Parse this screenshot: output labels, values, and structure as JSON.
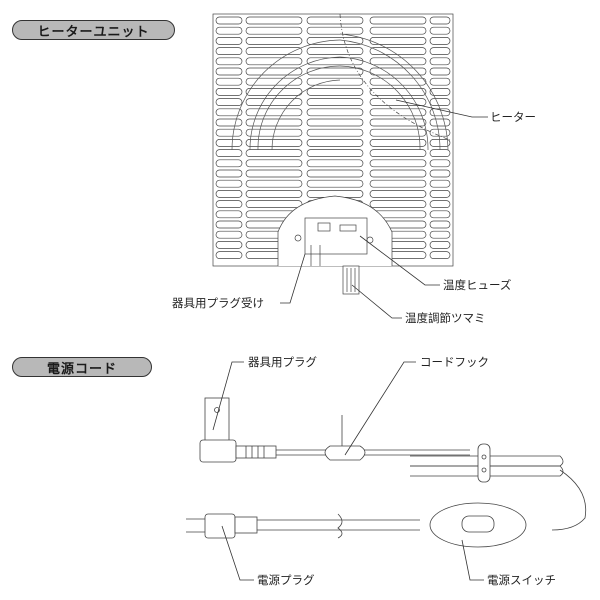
{
  "sections": {
    "heater_unit": {
      "title": "ヒーターユニット",
      "labels": {
        "heater": "ヒーター",
        "thermal_fuse": "温度ヒューズ",
        "appliance_socket": "器具用プラグ受け",
        "temp_knob": "温度調節ツマミ"
      }
    },
    "power_cord": {
      "title": "電源コード",
      "labels": {
        "appliance_plug": "器具用プラグ",
        "cord_hook": "コードフック",
        "power_plug": "電源プラグ",
        "power_switch": "電源スイッチ"
      }
    }
  },
  "colors": {
    "pill_fill": "#b8b8b8",
    "line": "#333333"
  }
}
